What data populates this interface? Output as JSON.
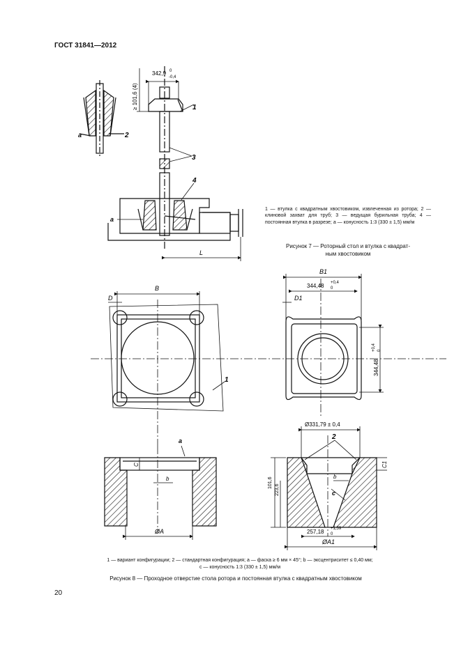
{
  "header": {
    "standard": "ГОСТ 31841—2012"
  },
  "figure7": {
    "legend": "1 — втулка с квадратным хвостовиком, извлеченная из ротора; 2 — клиновой захват для труб; 3 — ведущая бурильная труба; 4 — постоянная втулка в разрезе; а — конусность 1:3 (330 ± 1,5) мм/м",
    "caption_line1": "Рисунок 7 — Роторный стол и втулка с квадрат-",
    "caption_line2": "ным хвостовиком",
    "labels": {
      "dim_top": "342,9",
      "dim_top_tol": "0",
      "dim_top_tol2": "-0,4",
      "dim_vertical": "≥ 101,6 (4)",
      "n1": "1",
      "n2": "2",
      "n3": "3",
      "n4": "4",
      "a_left": "а",
      "a_bottom": "а",
      "L": "L"
    }
  },
  "figure8": {
    "labels": {
      "B": "B",
      "D": "D",
      "B1": "B1",
      "D1": "D1",
      "dim_344": "344,48",
      "dim_344_tol": "+0,4",
      "dim_344_tol0": "0",
      "dim_344v": "344,48",
      "dim_344v_tol": "+0,4",
      "dim_344v_tol0": "0",
      "n1": "1",
      "n2": "2",
      "a": "а",
      "C": "C",
      "b": "b",
      "A": "ØA",
      "dia_331": "Ø331,79 ± 0,4",
      "C1": "C1",
      "h1016": "101,6",
      "h2236": "223,6",
      "c": "c",
      "b2": "b",
      "dia_257": "257,18",
      "dia_257_tol": "+1,59",
      "dia_257_tol0": "0",
      "A1": "ØA1"
    },
    "legend_line1": "1 — вариант конфигурации; 2 — стандартная конфигурация; а — фаска ≥ 6 мм × 45°; b — эксцентриситет ≤ 0,40 мм;",
    "legend_line2": "с — конусность 1:3 (330 ± 1,5) мм/м",
    "caption": "Рисунок 8 — Проходное отверстие стола ротора и постоянная втулка с квадратным хвостовиком"
  },
  "page": {
    "number": "20"
  }
}
